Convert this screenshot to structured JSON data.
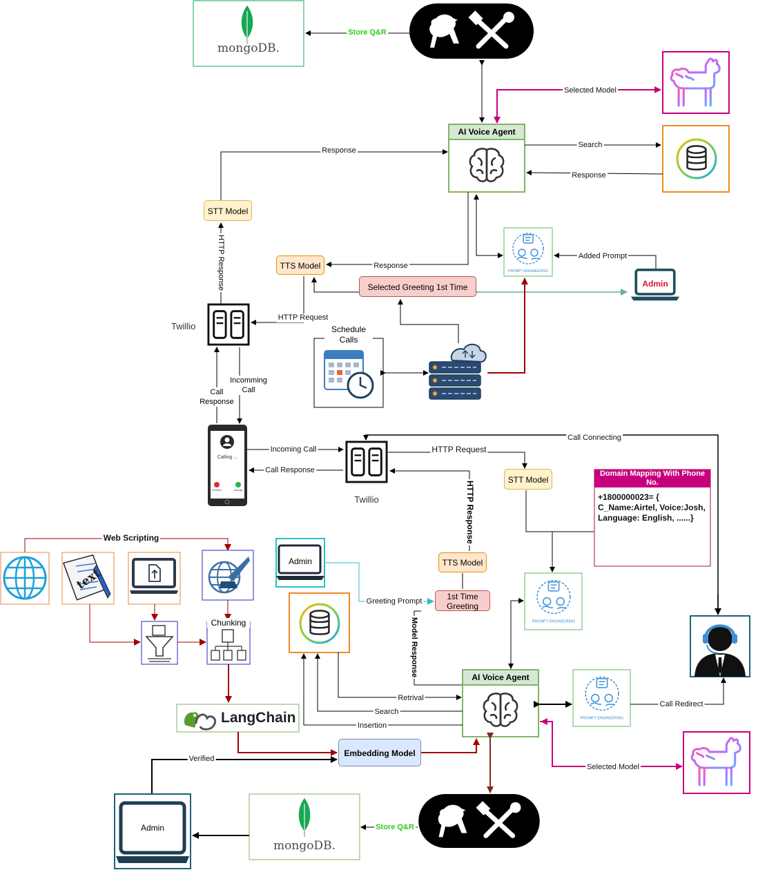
{
  "top_section": {
    "mongo_text": "mongoDB.",
    "store_qr": "Store Q&R",
    "selected_model": "Selected Model",
    "agent_title": "AI Voice Agent",
    "search": "Search",
    "response_right": "Response",
    "response_left": "Response",
    "stt_model": "STT Model",
    "http_response": "HTTP Response",
    "tts_model": "TTS Model",
    "response_tts": "Response",
    "added_prompt": "Added Prompt",
    "admin": "Admin",
    "selected_greeting": "Selected Greeting 1st Time",
    "twillio": "Twillio",
    "http_request": "HTTP Request",
    "schedule_calls": "Schedule Calls",
    "call_response": "Call Response",
    "incomming_call": "Incomming Call"
  },
  "middle_section": {
    "incoming_call": "Incoming Call",
    "call_response": "Call Response",
    "twillio": "Twillio",
    "http_request": "HTTP Request",
    "call_connecting": "Call Connecting",
    "stt_model": "STT Model",
    "http_response": "HTTP Response",
    "domain_title": "Domain Mapping With Phone No.",
    "domain_body_1": "+1800000023= {",
    "domain_body_2": "C_Name:Airtel, Voice:Josh,",
    "domain_body_3": "Language: English, ......}",
    "phone_calling": "Calling ...",
    "phone_decline": "Decline",
    "phone_accept": "Accept"
  },
  "bottom_section": {
    "web_scripting": "Web Scripting",
    "chunking": "Chunking",
    "text_icon": "text",
    "langchain": "LangChain",
    "admin_top": "Admin",
    "tts_model": "TTS Model",
    "greeting_prompt": "Greeting Prompt",
    "first_time_greeting": "1st Time Greeting",
    "model_response": "Model Response",
    "agent_title": "AI Voice Agent",
    "retrival": "Retrival",
    "search": "Search",
    "insertion": "Insertion",
    "call_redirect": "Call Redirect",
    "embedding_model": "Embedding Model",
    "verified": "Verified",
    "selected_model": "Selected Model",
    "admin_bottom": "Admin",
    "mongo_text": "mongoDB.",
    "store_qr": "Store Q&R",
    "prompt_engineering": "PROMPT ENGINEERING"
  },
  "colors": {
    "green_border": "#82b366",
    "magenta": "#c7007d",
    "dark_red": "#a20000",
    "teal": "#67ab9f",
    "mongo_green": "#13aa52",
    "store_green": "#2ecc1a"
  },
  "icons": [
    "mongodb-logo-icon",
    "parrot-tools-icon",
    "llama-icon",
    "database-icon",
    "brain-icon",
    "prompt-engineering-icon",
    "laptop-icon",
    "twilio-icon",
    "phone-icon",
    "calendar-clock-icon",
    "cloud-server-icon",
    "support-agent-icon",
    "globe-icon",
    "text-document-icon",
    "upload-laptop-icon",
    "web-scrape-icon",
    "filter-icon",
    "chunk-tree-icon",
    "langchain-logo-icon"
  ]
}
